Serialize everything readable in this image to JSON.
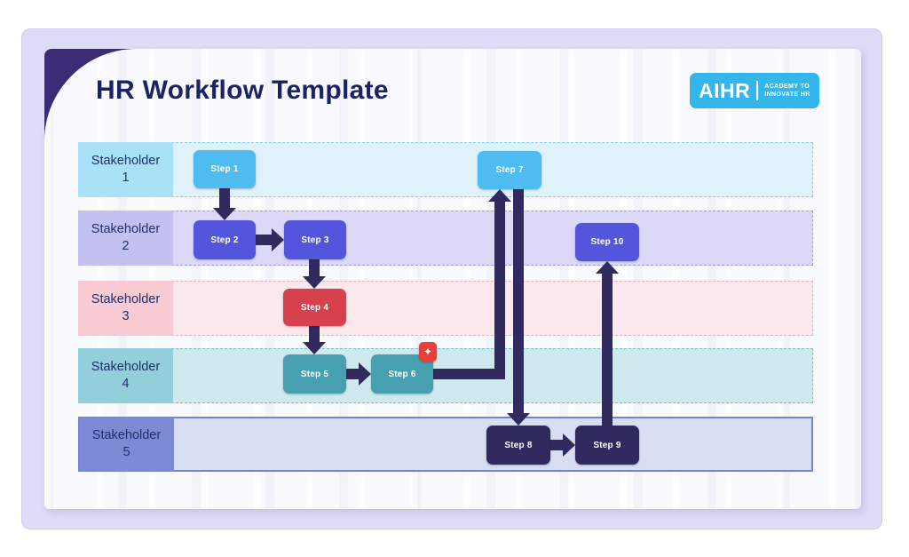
{
  "header": {
    "title": "HR Workflow Template"
  },
  "logo": {
    "brand": "AIHR",
    "tagline_line1": "ACADEMY TO",
    "tagline_line2": "INNOVATE HR",
    "bg_color": "#33B6EC"
  },
  "lanes": [
    {
      "label": "Stakeholder",
      "number": "1",
      "label_bg": "#A9E2F8",
      "body_bg": "#DFF2F9",
      "border_color": "#7FD2EF"
    },
    {
      "label": "Stakeholder",
      "number": "2",
      "label_bg": "#C3C1F1",
      "body_bg": "#DCD9F8",
      "border_color": "#9D9AE8"
    },
    {
      "label": "Stakeholder",
      "number": "3",
      "label_bg": "#F8CAD3",
      "body_bg": "#FBE8EC",
      "border_color": "#EFAEBE"
    },
    {
      "label": "Stakeholder",
      "number": "4",
      "label_bg": "#92CFDA",
      "body_bg": "#CFEAEE",
      "border_color": "#6FBCCA"
    },
    {
      "label": "Stakeholder",
      "number": "5",
      "label_bg": "#7D8BD7",
      "body_bg": "#D8DEF1",
      "border_color": "#7581D3"
    }
  ],
  "steps": [
    {
      "label": "Step 1",
      "lane": 1,
      "color": "#4EBCF1"
    },
    {
      "label": "Step 2",
      "lane": 2,
      "color": "#5356DD"
    },
    {
      "label": "Step 3",
      "lane": 2,
      "color": "#5356DD"
    },
    {
      "label": "Step 4",
      "lane": 3,
      "color": "#D7414E"
    },
    {
      "label": "Step 5",
      "lane": 4,
      "color": "#47A0AF"
    },
    {
      "label": "Step 6",
      "lane": 4,
      "color": "#47A0AF"
    },
    {
      "label": "Step 7",
      "lane": 1,
      "color": "#4EBCF1"
    },
    {
      "label": "Step 8",
      "lane": 5,
      "color": "#312A5E"
    },
    {
      "label": "Step 9",
      "lane": 5,
      "color": "#312A5E"
    },
    {
      "label": "Step 10",
      "lane": 2,
      "color": "#5356DD"
    }
  ],
  "connections": [
    {
      "from": "Step 1",
      "to": "Step 2"
    },
    {
      "from": "Step 2",
      "to": "Step 3"
    },
    {
      "from": "Step 3",
      "to": "Step 4"
    },
    {
      "from": "Step 4",
      "to": "Step 5"
    },
    {
      "from": "Step 5",
      "to": "Step 6"
    },
    {
      "from": "Step 6",
      "to": "Step 7"
    },
    {
      "from": "Step 7",
      "to": "Step 8"
    },
    {
      "from": "Step 8",
      "to": "Step 9"
    },
    {
      "from": "Step 9",
      "to": "Step 10"
    }
  ],
  "badge": {
    "icon": "✦",
    "bg": "#E4403C"
  },
  "colors": {
    "page_bg": "#FFFFFF",
    "panel_bg": "#DEDCF6",
    "card_bg": "#F9FAFD",
    "corner": "#3B2C75",
    "title": "#1B2364",
    "lane_text": "#1F3069",
    "arrow": "#312A5E"
  }
}
